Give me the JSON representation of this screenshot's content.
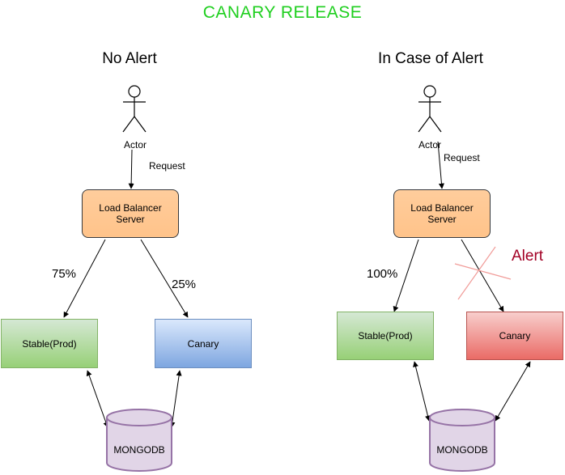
{
  "title": "CANARY RELEASE",
  "colors": {
    "title": "#1fcf1f",
    "load_balancer_fill": "#ffcd9c",
    "stable_fill": "#97d077",
    "canary_fill": "#7ea6e0",
    "canary_alert_fill": "#ea6b66",
    "database_fill": "#e1d5e7",
    "database_stroke": "#9673a6",
    "alert_text": "#a20025",
    "cross_stroke": "#f19c99"
  },
  "left": {
    "heading": "No Alert",
    "actor": "Actor",
    "request": "Request",
    "load_balancer": "Load Balancer\nServer",
    "stable": "Stable(Prod)",
    "canary": "Canary",
    "stable_pct": "75%",
    "canary_pct": "25%",
    "database": "MONGODB"
  },
  "right": {
    "heading": "In Case of Alert",
    "actor": "Actor",
    "request": "Request",
    "load_balancer": "Load Balancer\nServer",
    "stable": "Stable(Prod)",
    "canary": "Canary",
    "stable_pct": "100%",
    "alert": "Alert",
    "database": "MONGODB"
  }
}
